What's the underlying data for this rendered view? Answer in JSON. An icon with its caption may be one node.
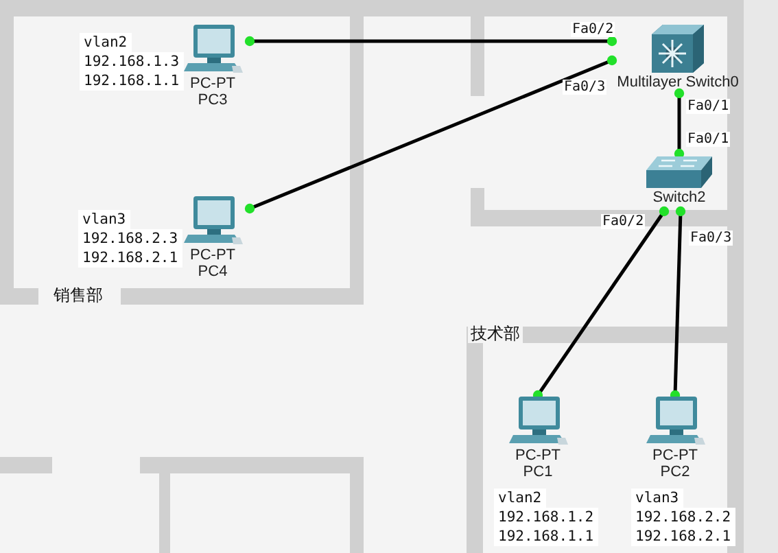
{
  "diagram": {
    "nodes": [
      {
        "text": [
          "PC-PT",
          "PC3"
        ],
        "beside": [
          "vlan2",
          "192.168.1.3",
          "192.168.1.1"
        ]
      },
      {
        "text": [
          "PC-PT",
          "PC4"
        ],
        "beside": [
          "vlan3",
          "192.168.2.3",
          "192.168.2.1"
        ]
      },
      {
        "text": [
          "Multilayer Switch0"
        ]
      },
      {
        "text": [
          "Switch2"
        ]
      },
      {
        "text": [
          "PC-PT",
          "PC1"
        ],
        "beside": [
          "vlan2",
          "192.168.1.2",
          "192.168.1.1"
        ]
      },
      {
        "text": [
          "PC-PT",
          "PC2"
        ],
        "beside": [
          "vlan3",
          "192.168.2.2",
          "192.168.2.1"
        ]
      }
    ],
    "edges": [
      {
        "from": 0,
        "to": 2,
        "arrow": "other"
      },
      {
        "from": 1,
        "to": 2,
        "arrow": "other"
      },
      {
        "from": 2,
        "to": 3,
        "arrow": "other"
      },
      {
        "from": 3,
        "to": 4,
        "arrow": "other"
      },
      {
        "from": 3,
        "to": 5,
        "arrow": "other"
      }
    ],
    "labels": [
      "Fa0/2",
      "Fa0/3",
      "Fa0/1",
      "Fa0/1",
      "Fa0/2",
      "Fa0/3",
      "销售部",
      "技术部"
    ]
  }
}
